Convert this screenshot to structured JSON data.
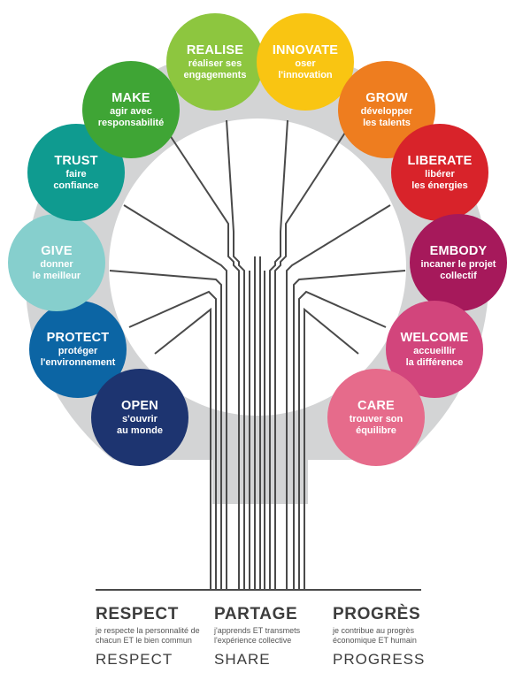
{
  "values": [
    {
      "id": "realise",
      "title": "REALISE",
      "sub": [
        "réaliser ses",
        "engagements"
      ],
      "color": "#8dc63f"
    },
    {
      "id": "innovate",
      "title": "INNOVATE",
      "sub": [
        "oser",
        "l'innovation"
      ],
      "color": "#f9c512"
    },
    {
      "id": "grow",
      "title": "GROW",
      "sub": [
        "développer",
        "les talents"
      ],
      "color": "#ee7d1f"
    },
    {
      "id": "liberate",
      "title": "LIBERATE",
      "sub": [
        "libérer",
        "les énergies"
      ],
      "color": "#d8232a"
    },
    {
      "id": "embody",
      "title": "EMBODY",
      "sub": [
        "incaner le projet",
        "collectif"
      ],
      "color": "#a6195b"
    },
    {
      "id": "welcome",
      "title": "WELCOME",
      "sub": [
        "accueillir",
        "la différence"
      ],
      "color": "#d2457c"
    },
    {
      "id": "care",
      "title": "CARE",
      "sub": [
        "trouver son",
        "équilibre"
      ],
      "color": "#e66b8b"
    },
    {
      "id": "make",
      "title": "MAKE",
      "sub": [
        "agir avec",
        "responsabilité"
      ],
      "color": "#3fa535"
    },
    {
      "id": "trust",
      "title": "TRUST",
      "sub": [
        "faire",
        "confiance"
      ],
      "color": "#0f9b90"
    },
    {
      "id": "give",
      "title": "GIVE",
      "sub": [
        "donner",
        "le meilleur"
      ],
      "color": "#86cfcd"
    },
    {
      "id": "protect",
      "title": "PROTECT",
      "sub": [
        "protéger",
        "l'environnement"
      ],
      "color": "#0c65a4"
    },
    {
      "id": "open",
      "title": "OPEN",
      "sub": [
        "s'ouvrir",
        "au monde"
      ],
      "color": "#1d3470"
    }
  ],
  "pillars": [
    {
      "head": "RESPECT",
      "desc": [
        "je respecte la personnalité de",
        "chacun ET le bien commun"
      ],
      "en": "RESPECT"
    },
    {
      "head": "PARTAGE",
      "desc": [
        "j'apprends ET transmets",
        "l'expérience collective"
      ],
      "en": "SHARE"
    },
    {
      "head": "PROGRÈS",
      "desc": [
        "je contribue au progrès",
        "économique ET humain"
      ],
      "en": "PROGRESS"
    }
  ],
  "colors": {
    "ring": "#d3d4d5",
    "lines": "#4a4a4a"
  }
}
